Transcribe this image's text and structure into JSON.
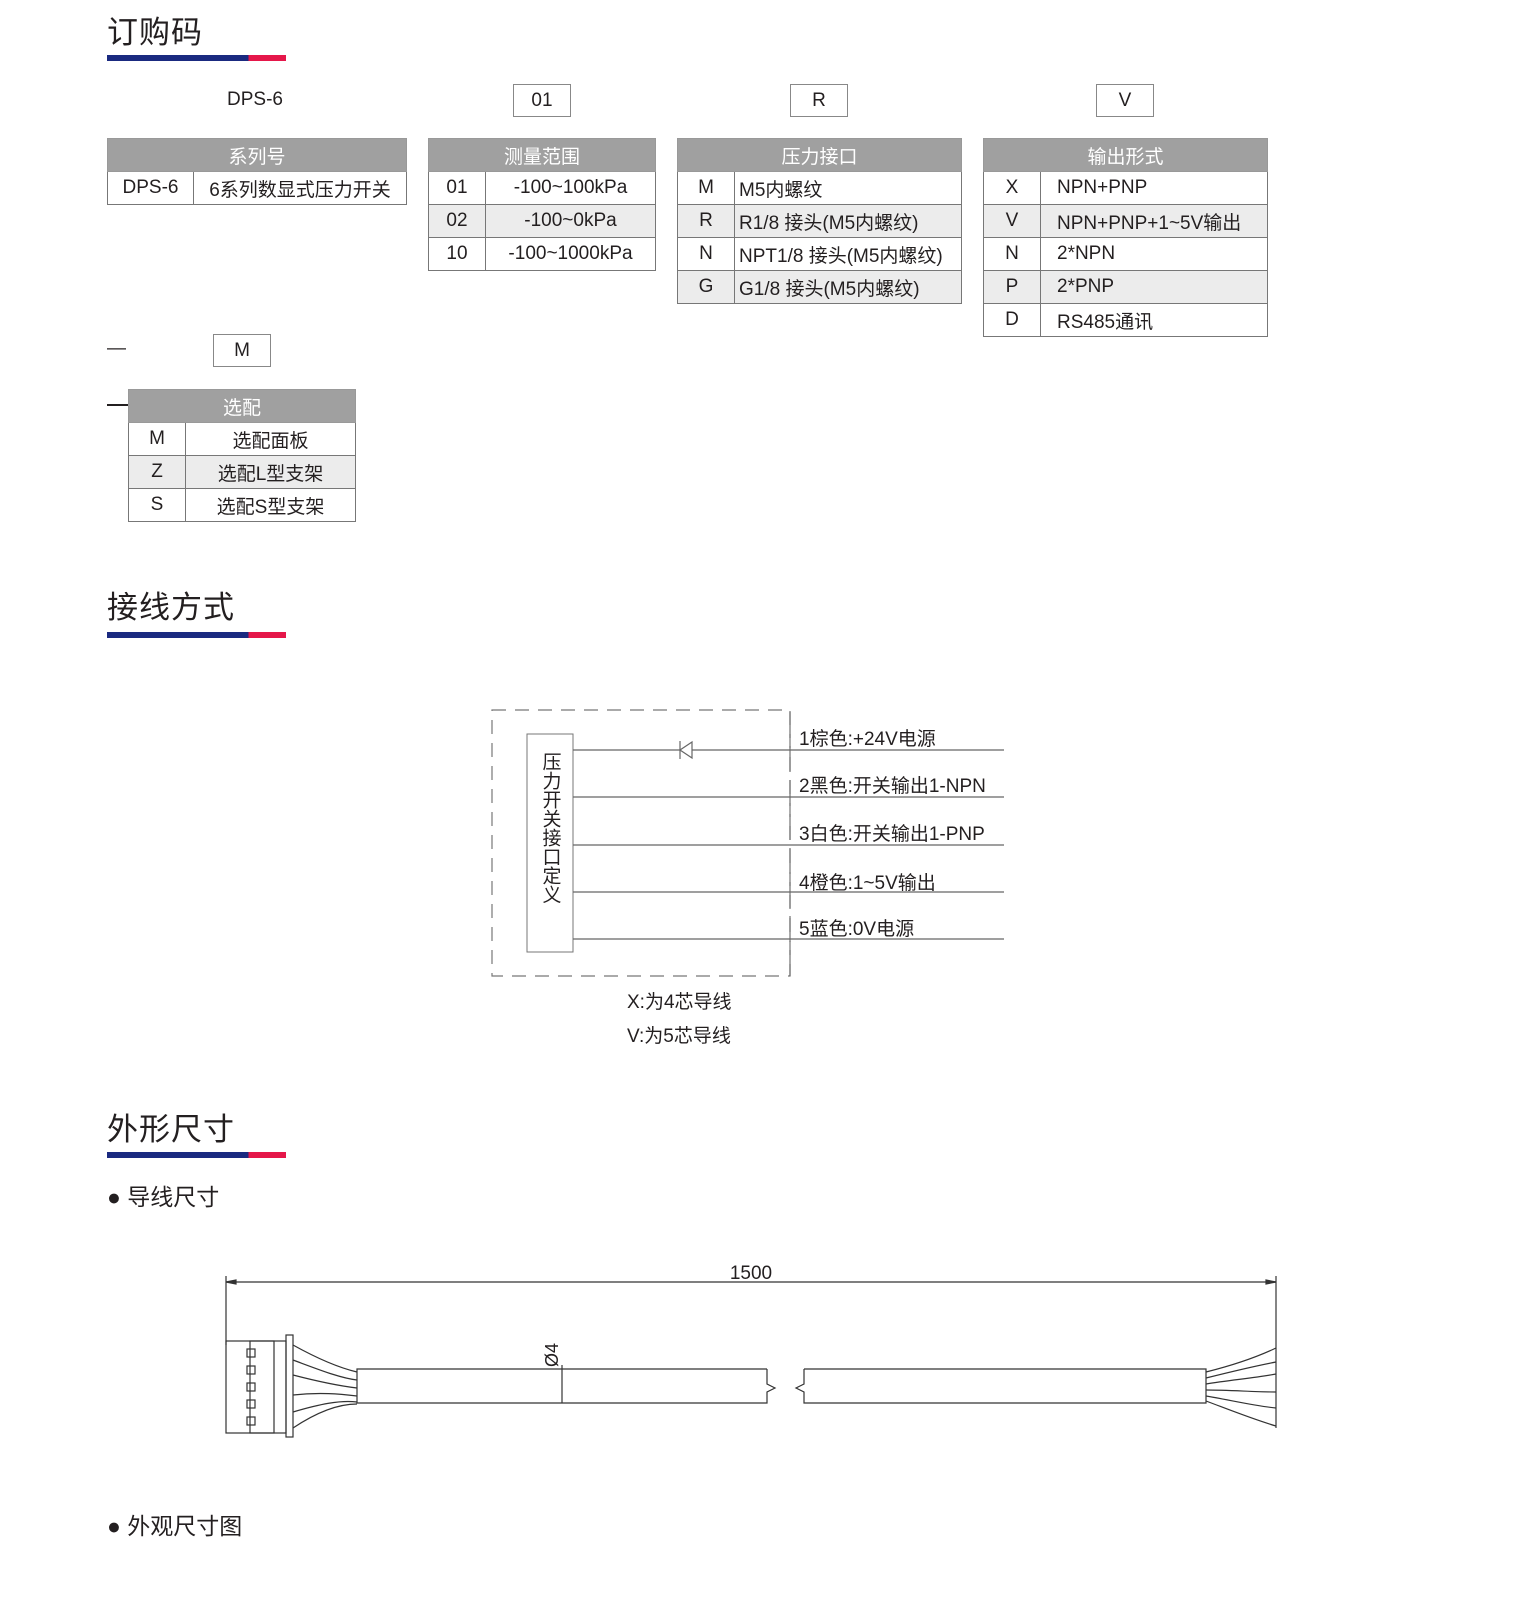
{
  "sections": {
    "order_code": "订购码",
    "wiring": "接线方式",
    "dimensions": "外形尺寸"
  },
  "order": {
    "model": "DPS-6",
    "range_code": "01",
    "port_code": "R",
    "output_code": "V",
    "dash": "—",
    "option_code": "M"
  },
  "tables": {
    "series": {
      "header": "系列号",
      "rows": [
        {
          "code": "DPS-6",
          "desc": "6系列数显式压力开关"
        }
      ]
    },
    "range": {
      "header": "测量范围",
      "rows": [
        {
          "code": "01",
          "desc": "-100~100kPa"
        },
        {
          "code": "02",
          "desc": "-100~0kPa"
        },
        {
          "code": "10",
          "desc": "-100~1000kPa"
        }
      ]
    },
    "port": {
      "header": "压力接口",
      "rows": [
        {
          "code": "M",
          "desc": "M5内螺纹"
        },
        {
          "code": "R",
          "desc": "R1/8 接头(M5内螺纹)"
        },
        {
          "code": "N",
          "desc": "NPT1/8 接头(M5内螺纹)"
        },
        {
          "code": "G",
          "desc": "G1/8 接头(M5内螺纹)"
        }
      ]
    },
    "output": {
      "header": "输出形式",
      "rows": [
        {
          "code": "X",
          "desc": "NPN+PNP"
        },
        {
          "code": "V",
          "desc": "NPN+PNP+1~5V输出"
        },
        {
          "code": "N",
          "desc": "2*NPN"
        },
        {
          "code": "P",
          "desc": "2*PNP"
        },
        {
          "code": "D",
          "desc": "RS485通讯"
        }
      ]
    },
    "option": {
      "header": "选配",
      "rows": [
        {
          "code": "M",
          "desc": "选配面板"
        },
        {
          "code": "Z",
          "desc": "选配L型支架"
        },
        {
          "code": "S",
          "desc": "选配S型支架"
        }
      ]
    }
  },
  "wiring": {
    "box_label": "压力开关接口定义",
    "wires": [
      "1棕色:+24V电源",
      "2黑色:开关输出1-NPN",
      "3白色:开关输出1-PNP",
      "4橙色:1~5V输出",
      "5蓝色:0V电源"
    ],
    "notes": [
      "X:为4芯导线",
      "V:为5芯导线"
    ]
  },
  "dimensions": {
    "cable_title": "导线尺寸",
    "length": "1500",
    "diameter": "Ø4",
    "outline_title": "外观尺寸图"
  },
  "colors": {
    "underline_blue": "#1a2a80",
    "underline_red": "#e5174a",
    "table_header": "#a0a0a0",
    "row_alt": "#ececec"
  }
}
